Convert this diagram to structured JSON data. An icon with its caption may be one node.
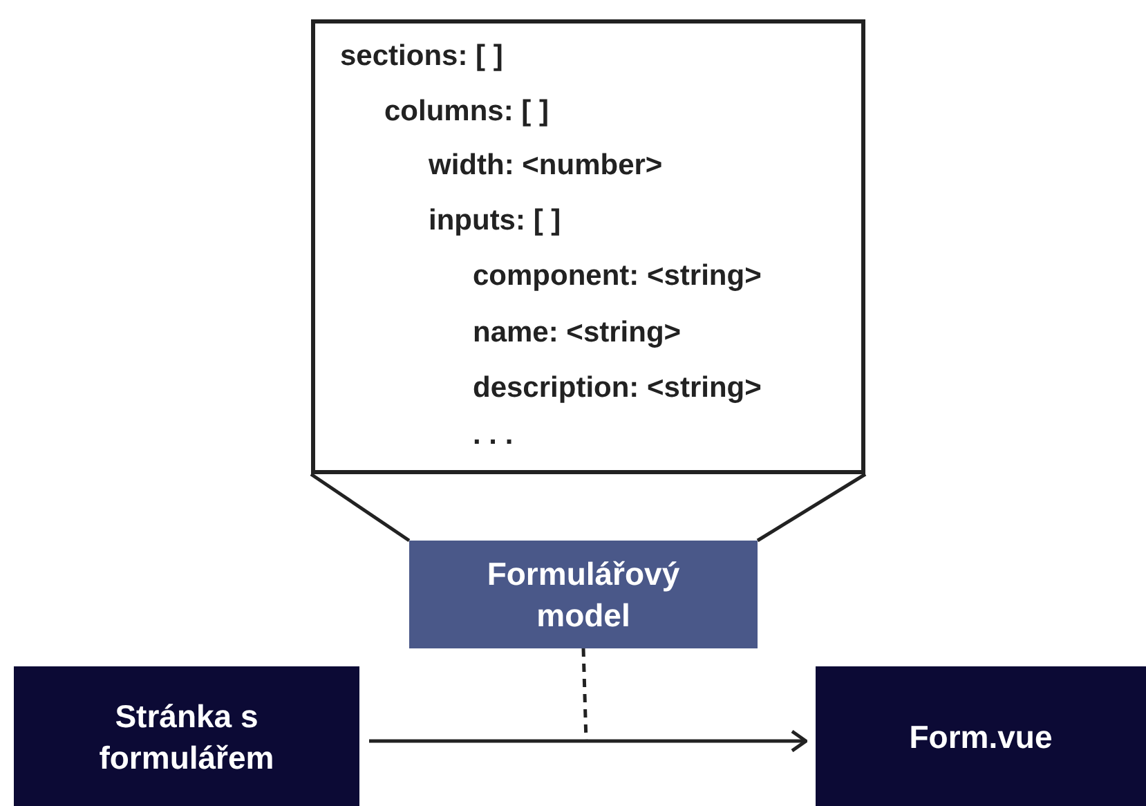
{
  "diagram": {
    "nodes": [
      {
        "text": [
          "sections: [ ]",
          "columns: [ ]",
          "width: <number>",
          "inputs: [ ]",
          "component: <string>",
          "name: <string>",
          "description: <string>",
          ". . ."
        ]
      },
      {
        "text": [
          "Formulářový model"
        ]
      },
      {
        "text": [
          "Stránka s formulářem"
        ]
      },
      {
        "text": [
          "Form.vue"
        ]
      }
    ],
    "edges": [
      {
        "from": 0,
        "to": 1,
        "arrow": "none"
      },
      {
        "from": 0,
        "to": 1,
        "arrow": "none"
      },
      {
        "from": 2,
        "to": 3,
        "arrow": "to"
      },
      {
        "from": 1,
        "to": null,
        "arrow": "none",
        "style": "dashed"
      }
    ]
  }
}
